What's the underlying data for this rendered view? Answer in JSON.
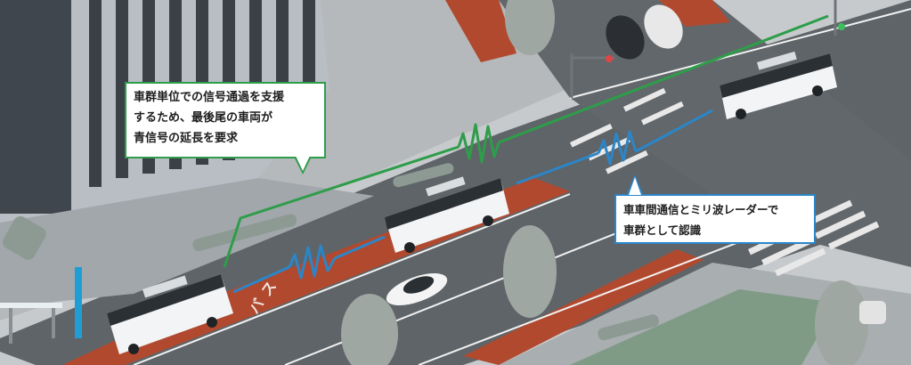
{
  "callouts": {
    "green_text": "車群単位での信号通過を支援\nするため、最後尾の車両が\n青信号の延長を要求",
    "blue_text": "車車間通信とミリ波レーダーで\n車群として認識"
  },
  "road_marking": {
    "bus_lane_text": "バス"
  },
  "colors": {
    "signal_link": "#2e9d4a",
    "vehicle_link": "#2b86c8",
    "bus_lane": "#b1492f",
    "road": "#5f6468"
  }
}
